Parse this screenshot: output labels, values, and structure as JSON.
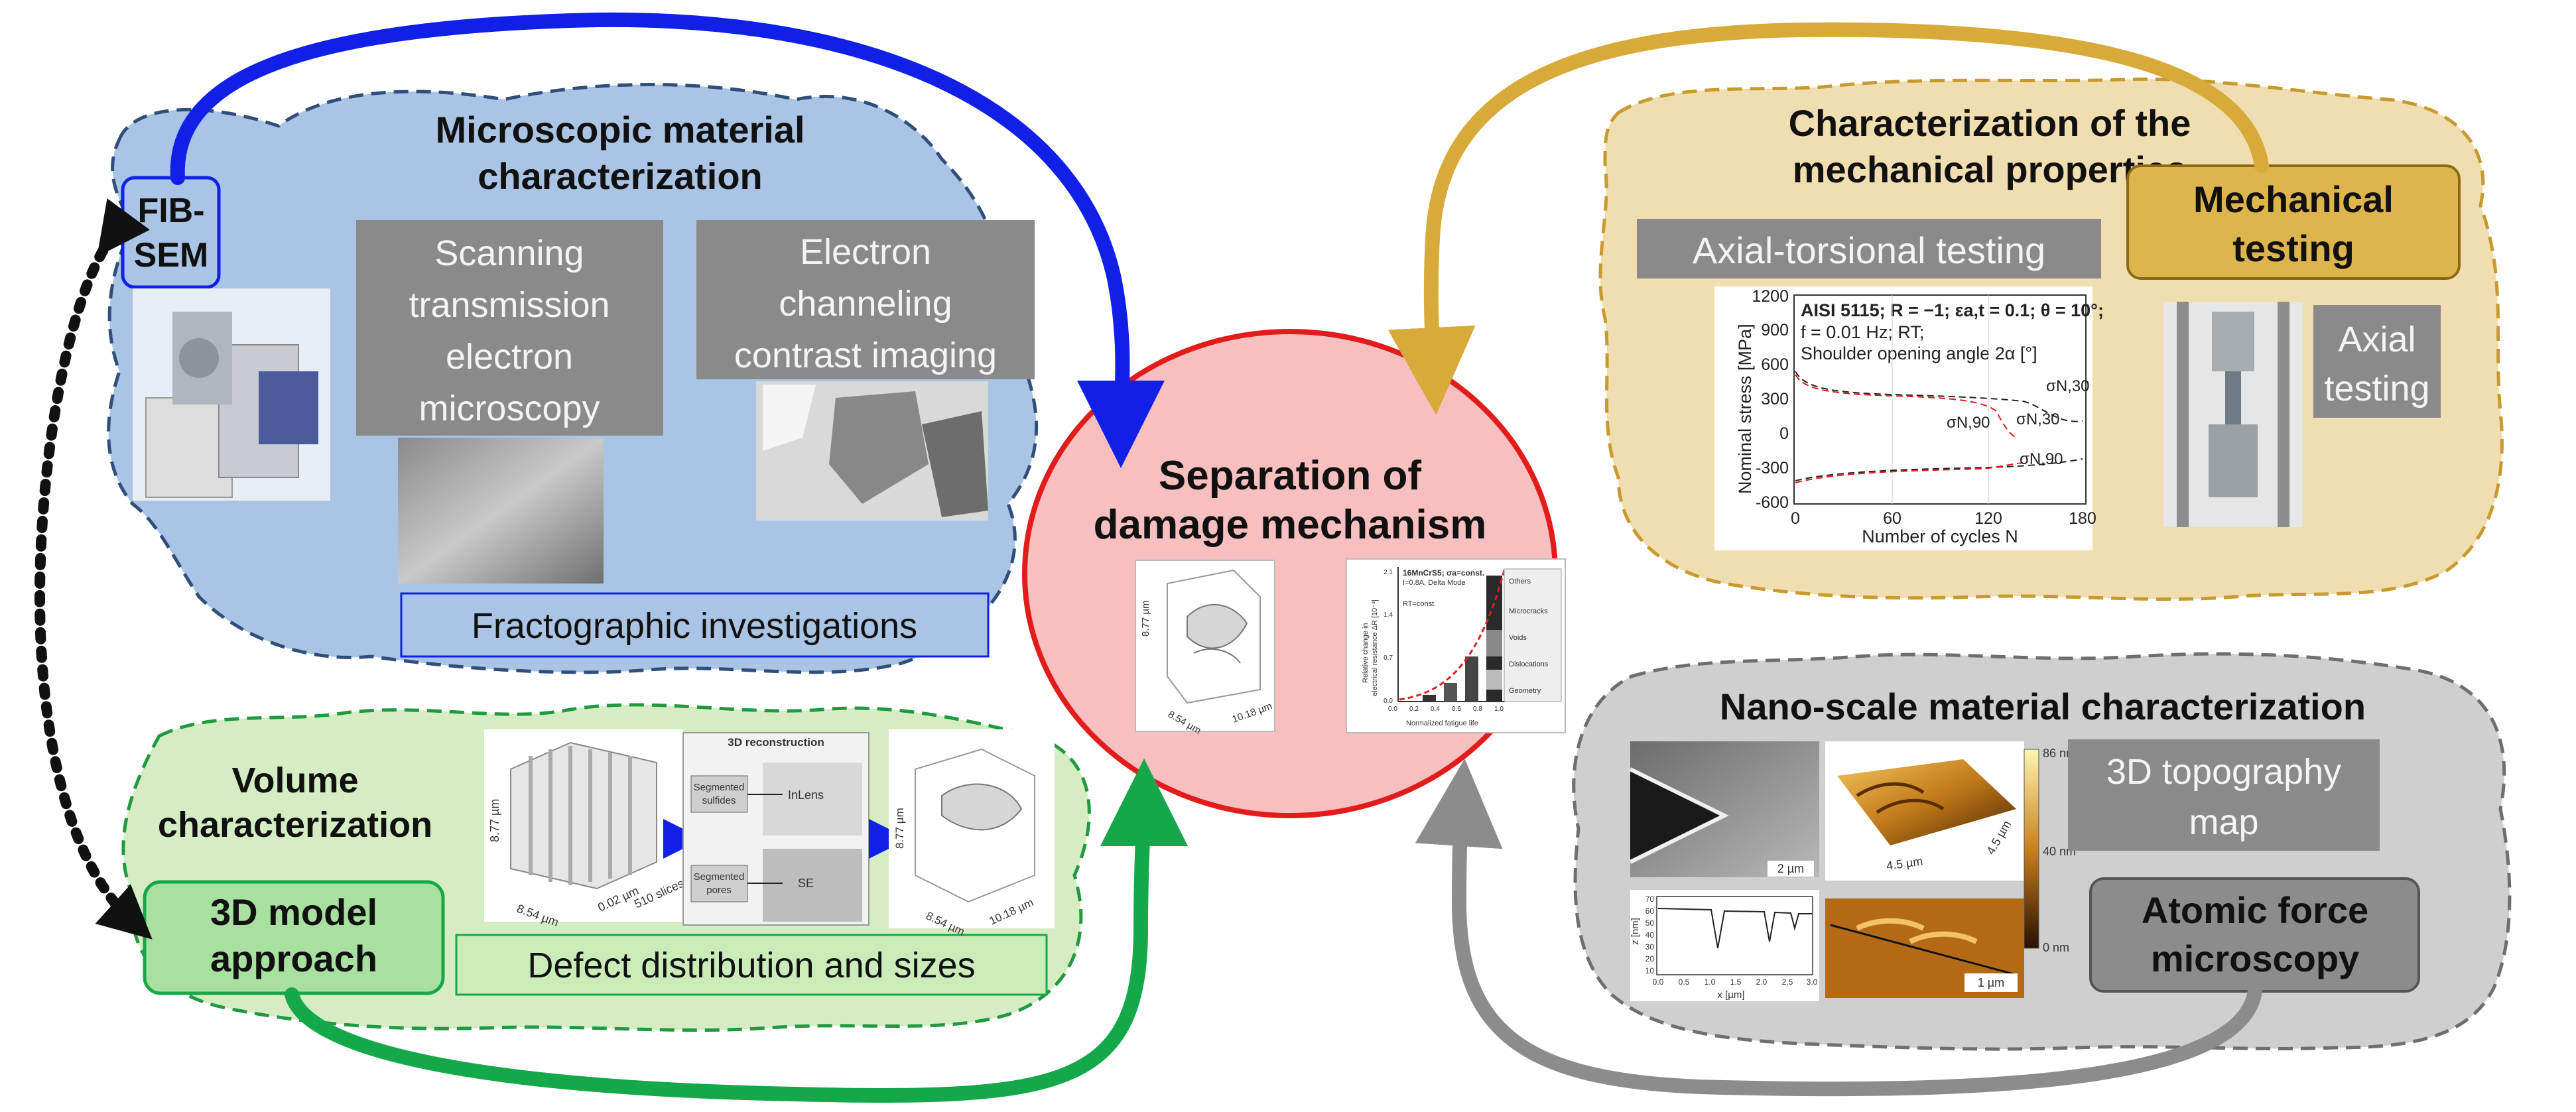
{
  "center": {
    "title_line1": "Separation of",
    "title_line2": "damage mechanism",
    "bar_chart": {
      "title": "16MnCrS5; σa=const.",
      "subtitle": "I=0.8A, Delta Mode",
      "note": "RT=const.",
      "ylabel_line1": "Relative change in",
      "ylabel_line2": "electrical resistance ΔR [10⁻³]",
      "xlabel": "Normalized fatigue life",
      "x_ticks": [
        "0.0",
        "0.2",
        "0.4",
        "0.6",
        "0.8",
        "1.0"
      ],
      "y_ticks": [
        "0.0",
        "0.7",
        "1.4",
        "2.1"
      ],
      "legend": [
        "Others",
        "Microcracks",
        "Voids",
        "Dislocations",
        "Geometry"
      ]
    },
    "volume_labels": [
      "8.77 µm",
      "8.54 µm",
      "10.18 µm"
    ]
  },
  "microscopic": {
    "title_line1": "Microscopic material",
    "title_line2": "characterization",
    "fib_line1": "FIB-",
    "fib_line2": "SEM",
    "stem_lines": [
      "Scanning",
      "transmission",
      "electron",
      "microscopy"
    ],
    "eccii_lines": [
      "Electron",
      "channeling",
      "contrast imaging"
    ],
    "fracto": "Fractographic investigations"
  },
  "volume": {
    "title_line1": "Volume",
    "title_line2": "characterization",
    "model_line1": "3D model",
    "model_line2": "approach",
    "defect": "Defect distribution and sizes",
    "recon_title": "3D reconstruction",
    "recon_box1_line1": "Segmented",
    "recon_box1_line2": "sulfides",
    "recon_box1_tag": "InLens",
    "recon_box2_line1": "Segmented",
    "recon_box2_line2": "pores",
    "recon_box2_tag": "SE",
    "stack_labels": [
      "8.77 µm",
      "8.54 µm",
      "0.02 µm",
      "510 slices"
    ],
    "result_labels": [
      "8.77 µm",
      "8.54 µm",
      "10.18 µm"
    ]
  },
  "mechanical": {
    "title_line1": "Characterization of the",
    "title_line2": "mechanical properties",
    "axial_torsional": "Axial-torsional testing",
    "mech_line1": "Mechanical",
    "mech_line2": "testing",
    "axial_line1": "Axial",
    "axial_line2": "testing",
    "chart": {
      "info_line1": "AISI 5115; R = −1; εa,t = 0.1; θ = 10°;",
      "info_line2": "f = 0.01 Hz; RT;",
      "info_line3": "Shoulder opening angle 2α [°]",
      "ylabel": "Nominal stress [MPa]",
      "xlabel": "Number of cycles N",
      "y_ticks": [
        "1200",
        "900",
        "600",
        "300",
        "0",
        "-300",
        "-600"
      ],
      "x_ticks": [
        "0",
        "60",
        "120",
        "180"
      ],
      "curve_labels": [
        "σN,30",
        "σN,90",
        "σN,30",
        "σN,90"
      ]
    }
  },
  "nano": {
    "title": "Nano-scale material characterization",
    "topo_line1": "3D topography",
    "topo_line2": "map",
    "afm_line1": "Atomic force",
    "afm_line2": "microscopy",
    "scale_sem": "2 µm",
    "scale_afm": "1 µm",
    "colorbar_top": "86 nm",
    "colorbar_mid": "40 nm",
    "colorbar_bottom": "0 nm",
    "axis_45a": "4.5 µm",
    "axis_45b": "4.5 µm",
    "profile_ylabel": "z [nm]",
    "profile_xlabel": "x [µm]",
    "profile_x_ticks": [
      "0.0",
      "0.5",
      "1.0",
      "1.5",
      "2.0",
      "2.5",
      "3.0"
    ],
    "profile_y_ticks": [
      "70",
      "60",
      "50",
      "40",
      "30",
      "20",
      "10"
    ]
  },
  "colors": {
    "blue_region": "#a9c4e4",
    "green_region": "#d6edc4",
    "gold_region": "#f0ddb0",
    "gray_region": "#cfcfcf",
    "center_fill": "#f7bfc0",
    "arrow_blue": "#1020e6",
    "arrow_green": "#15a84a",
    "arrow_gold": "#d8aa3a",
    "arrow_gray": "#8c8c8c"
  }
}
